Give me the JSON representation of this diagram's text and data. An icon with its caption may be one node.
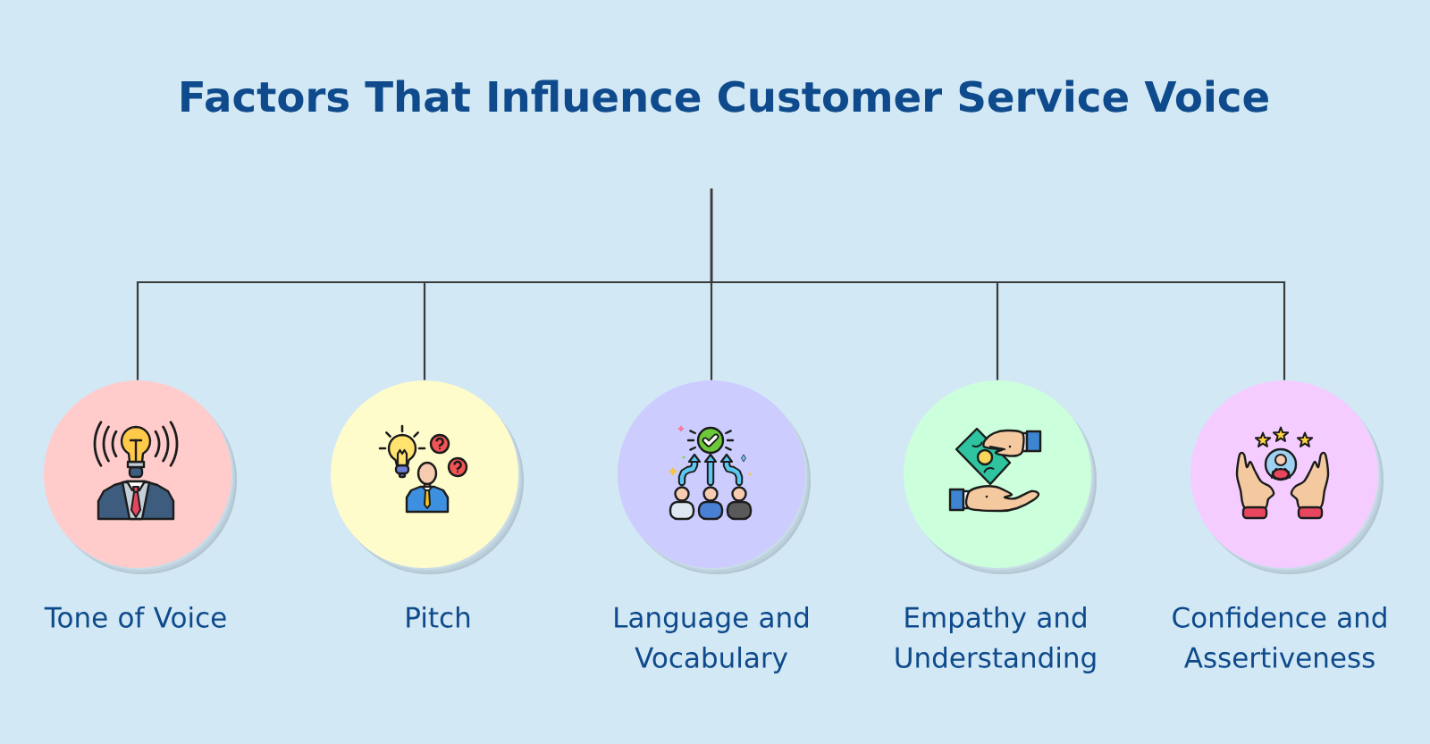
{
  "diagram": {
    "title": "Factors That Influence Customer Service Voice",
    "nodes": [
      {
        "text": [
          "Tone of Voice"
        ]
      },
      {
        "text": [
          "Pitch"
        ]
      },
      {
        "text": [
          "Language and Vocabulary"
        ]
      },
      {
        "text": [
          "Empathy and Understanding"
        ]
      },
      {
        "text": [
          "Confidence and Assertiveness"
        ]
      }
    ],
    "edges": [
      {
        "from": null,
        "to": 0,
        "arrow": "none"
      },
      {
        "from": null,
        "to": 1,
        "arrow": "none"
      },
      {
        "from": null,
        "to": 2,
        "arrow": "none"
      },
      {
        "from": null,
        "to": 3,
        "arrow": "none"
      },
      {
        "from": null,
        "to": 4,
        "arrow": "none"
      }
    ]
  }
}
